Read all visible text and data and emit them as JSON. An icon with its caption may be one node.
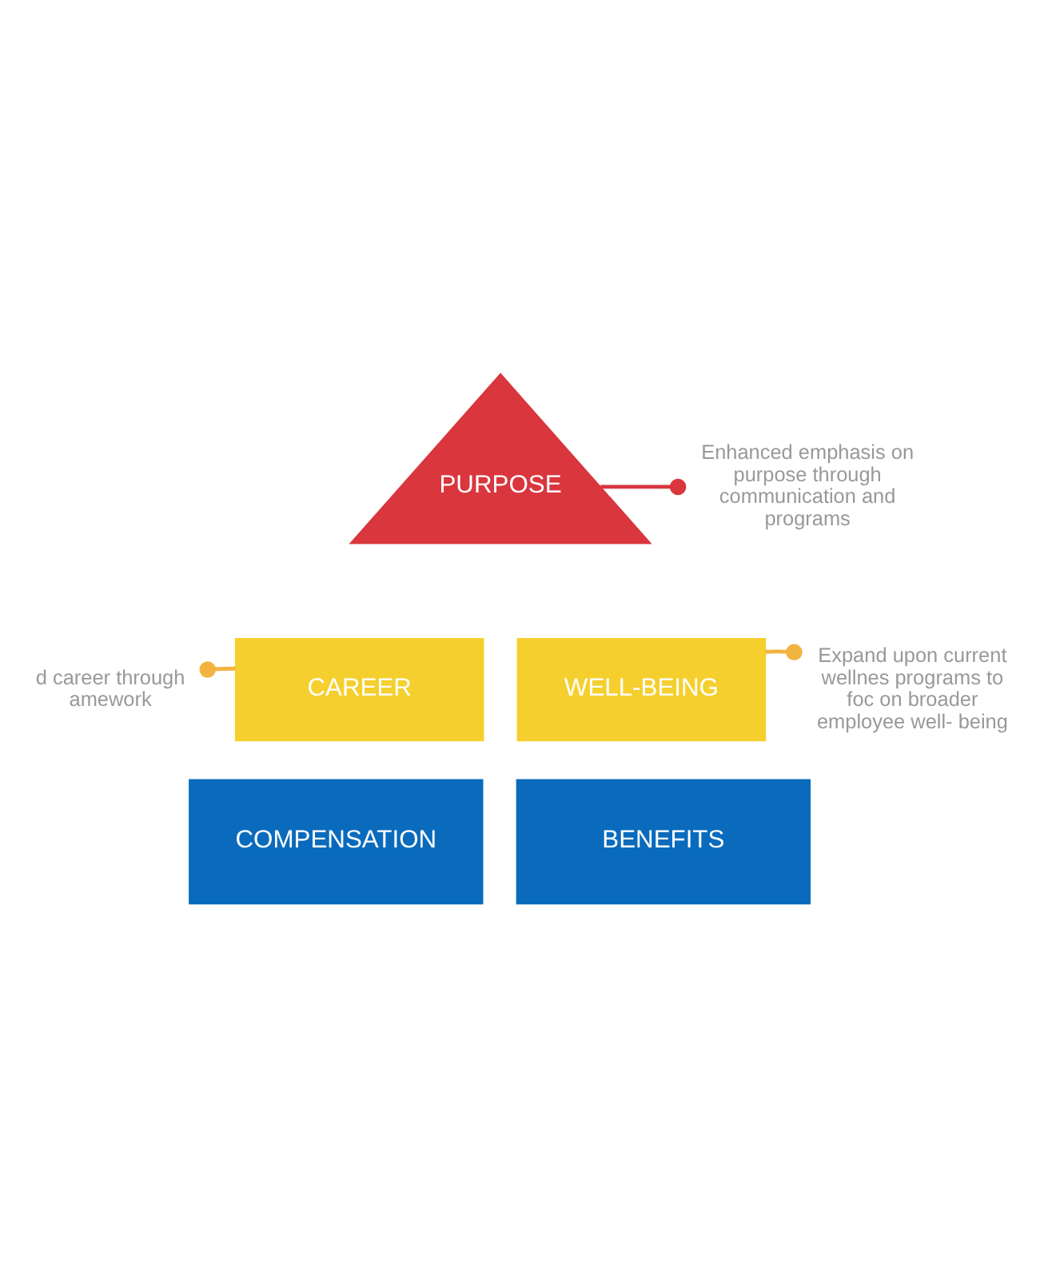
{
  "diagram": {
    "nodes": [
      {
        "text": [
          "PURPOSE"
        ]
      },
      {
        "text": [
          "CAREER"
        ]
      },
      {
        "text": [
          "WELL-BEING"
        ]
      },
      {
        "text": [
          "COMPENSATION"
        ]
      },
      {
        "text": [
          "BENEFITS"
        ]
      },
      {
        "text": [
          "Enhanced emphasis on purpose through communication and programs"
        ]
      },
      {
        "text": [
          "d career through amework"
        ]
      },
      {
        "text": [
          "Expand upon current wellnes programs to foc on broader employee well- being"
        ]
      }
    ],
    "edges": [
      {
        "from": 5,
        "to": 0,
        "arrow": "other",
        "color": "#d9363e"
      },
      {
        "from": 6,
        "to": 1,
        "arrow": "other",
        "color": "#f2b441"
      },
      {
        "from": 7,
        "to": 2,
        "arrow": "other",
        "color": "#f2b441"
      }
    ]
  }
}
